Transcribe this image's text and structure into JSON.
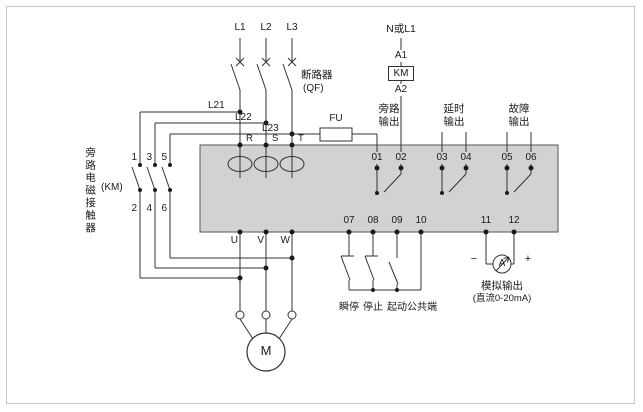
{
  "top": {
    "phases": [
      "L1",
      "L2",
      "L3"
    ],
    "breaker": {
      "name": "断路器",
      "code": "(QF)"
    },
    "neutral": "N或L1",
    "coil": {
      "a1": "A1",
      "km": "KM",
      "a2": "A2"
    }
  },
  "left": {
    "device_vertical": "旁路电磁接触器",
    "device_code": "(KM)",
    "wires": [
      "L21",
      "L22",
      "L23"
    ],
    "contact_top": [
      "1",
      "3",
      "5"
    ],
    "contact_bottom": [
      "2",
      "4",
      "6"
    ]
  },
  "starter": {
    "fuse": "FU",
    "inputs": [
      "R",
      "S",
      "T"
    ],
    "outputs": [
      "U",
      "V",
      "W"
    ],
    "relay_outputs": [
      {
        "line1": "旁路",
        "line2": "输出",
        "t1": "01",
        "t2": "02"
      },
      {
        "line1": "延时",
        "line2": "输出",
        "t1": "03",
        "t2": "04"
      },
      {
        "line1": "故障",
        "line2": "输出",
        "t1": "05",
        "t2": "06"
      }
    ],
    "control": {
      "terminals": [
        "07",
        "08",
        "09",
        "10"
      ],
      "labels": [
        "瞬停",
        "停止",
        "起动",
        "公共端"
      ]
    },
    "analog": {
      "terminals": [
        "11",
        "12"
      ],
      "minus": "−",
      "plus": "+",
      "meter": "A",
      "label": "模拟输出",
      "range": "(直流0-20mA)"
    }
  },
  "motor": {
    "label": "M"
  }
}
